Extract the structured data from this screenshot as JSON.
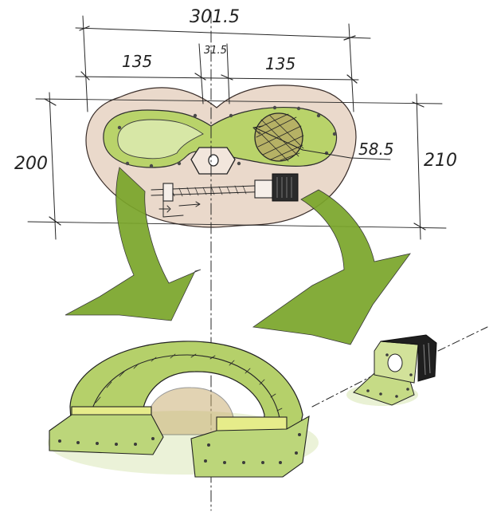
{
  "dimensions": {
    "overall_width": "301.5",
    "left_width": "135",
    "center_gap": "31.5",
    "right_width": "135",
    "left_height": "200",
    "right_height": "210",
    "circle_diameter": "58.5"
  },
  "colors": {
    "green_fill": "#8fb83c",
    "green_light": "#d7e7a6",
    "green_dark": "#6e9a23",
    "yellow_green": "#e6ec8a",
    "pink_outer": "#ead9cb",
    "ink": "#262626"
  }
}
